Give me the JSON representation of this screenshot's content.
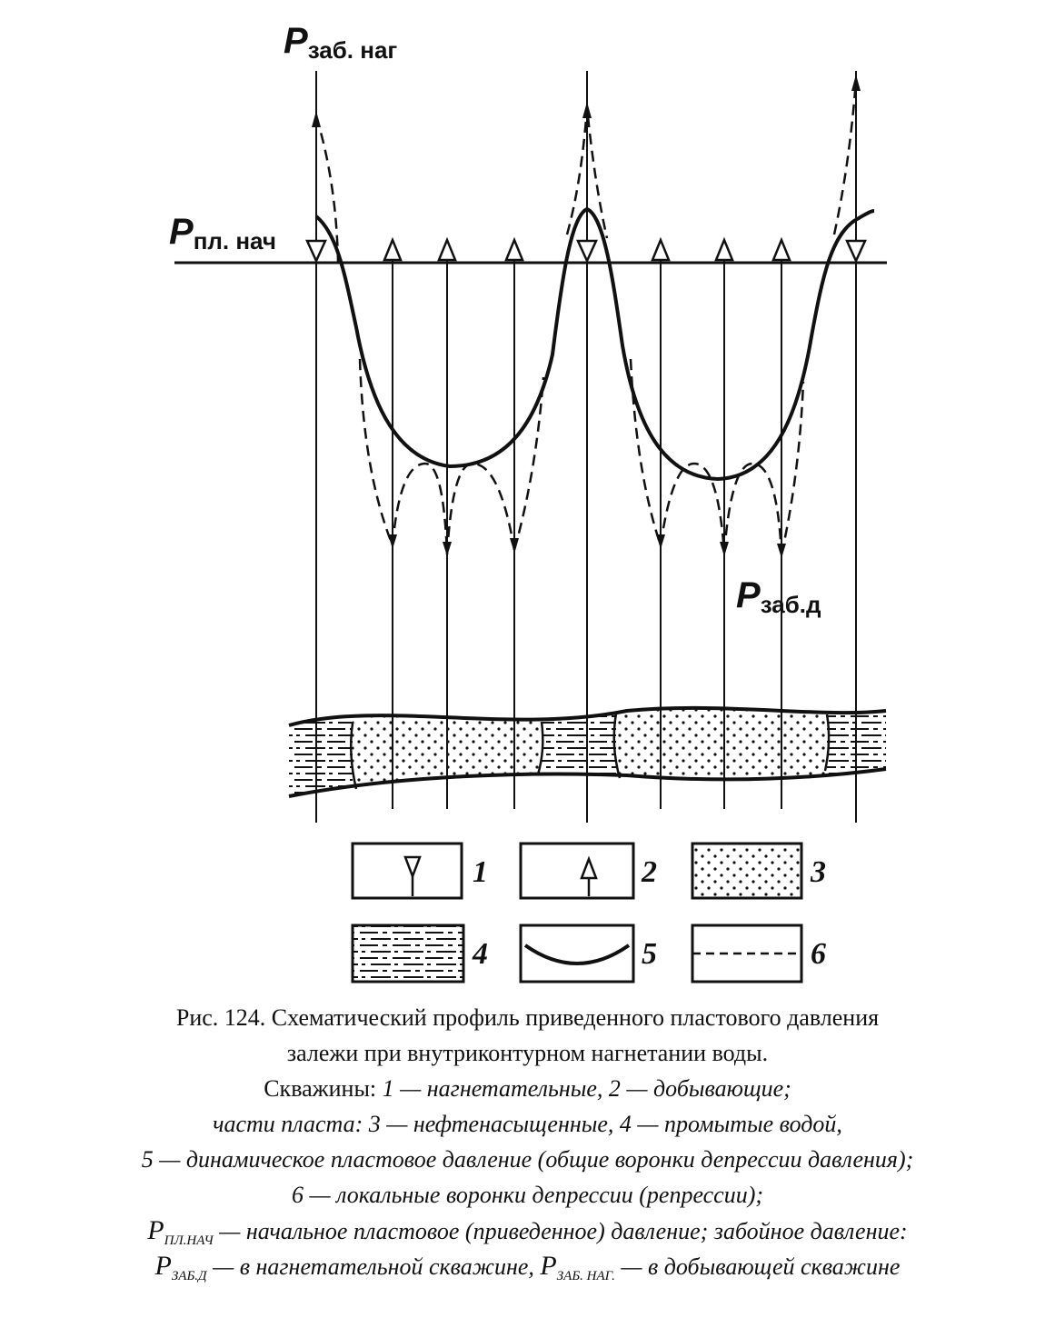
{
  "labels": {
    "p_zab_nag": {
      "main": "P",
      "sub": "заб. наг"
    },
    "p_pl_nach": {
      "main": "P",
      "sub": "пл. нач"
    },
    "p_zab_d": {
      "main": "P",
      "sub": "заб.д"
    }
  },
  "legend": [
    {
      "number": "1",
      "meaning": "injection-well-symbol"
    },
    {
      "number": "2",
      "meaning": "production-well-symbol"
    },
    {
      "number": "3",
      "meaning": "oil-saturated-dots"
    },
    {
      "number": "4",
      "meaning": "water-flushed-dashes"
    },
    {
      "number": "5",
      "meaning": "dynamic-pressure-curve"
    },
    {
      "number": "6",
      "meaning": "local-depression-dashed"
    }
  ],
  "caption": {
    "line1": "Рис. 124. Схематический профиль приведенного пластового давления",
    "line2": "залежи при внутриконтурном нагнетании воды.",
    "line3_prefix": "Скважины: ",
    "line3_rest": "1 — нагнетательные, 2 — добывающие;",
    "line4": "части пласта: 3 — нефтенасыщенные, 4 — промытые водой,",
    "line5": "5 — динамическое пластовое давление (общие воронки депрессии давления);",
    "line6": "6 — локальные воронки депрессии (репрессии);",
    "line7": {
      "p": "P",
      "sub": "ПЛ.НАЧ",
      "rest": " — начальное пластовое (приведенное) давление; забойное давление:"
    },
    "line8": {
      "p1": "P",
      "sub1": "ЗАБ.Д",
      "mid": " — в нагнетательной скважине, ",
      "p2": "P",
      "sub2": "ЗАБ. НАГ.",
      "rest": " — в добывающей скважине"
    }
  }
}
